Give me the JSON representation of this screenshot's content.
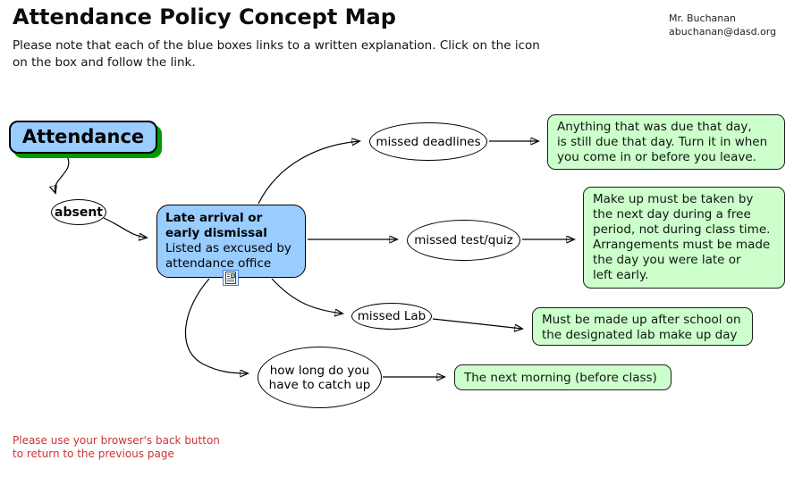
{
  "header": {
    "title": "Attendance Policy Concept Map",
    "note": "Please note that each of the blue boxes links to a written explanation. Click on the icon\non the box and follow the link.",
    "author_name": "Mr. Buchanan",
    "author_email": "abuchanan@dasd.org"
  },
  "footer": {
    "back_note": "Please use your browser's back button\nto return to the previous page"
  },
  "colors": {
    "blue_box_fill": "#99CCFF",
    "blue_box_shadow": "#009900",
    "green_box_fill": "#CCFFCC",
    "back_note_red": "#cc3333"
  },
  "map": {
    "root": {
      "label": "Attendance"
    },
    "absent": {
      "label": "absent"
    },
    "late_box": {
      "title": "Late arrival or\nearly dismissal",
      "subtitle": "Listed as excused by\nattendance office",
      "icon": "document-link-icon"
    },
    "branches": [
      {
        "label": "missed deadlines",
        "result": "Anything that was due that day,\nis still due that day. Turn it in when\nyou come in or before you leave."
      },
      {
        "label": "missed test/quiz",
        "result": "Make up must be taken by\nthe next day during a free\nperiod, not during class time.\nArrangements must be made\nthe day you were late or\nleft early."
      },
      {
        "label": "missed Lab",
        "result": "Must be made up after school on\nthe designated lab make up day"
      },
      {
        "label": "how long do you\nhave to catch up",
        "result": "The next morning (before class)"
      }
    ]
  }
}
